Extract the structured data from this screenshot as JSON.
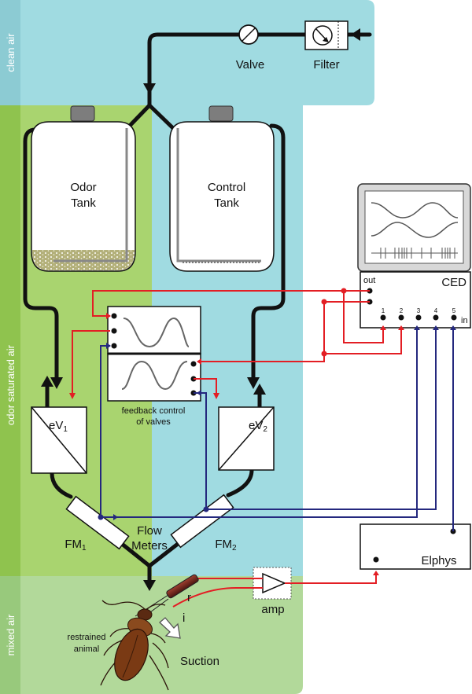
{
  "zones": {
    "clean_air": "clean air",
    "odor_saturated_air": "odor saturated air",
    "mixed_air": "mixed air"
  },
  "components": {
    "valve": "Valve",
    "filter": "Filter",
    "odor_tank": [
      "Odor",
      "Tank"
    ],
    "control_tank": [
      "Control",
      "Tank"
    ],
    "ev1": {
      "main": "eV",
      "sub": "1"
    },
    "ev2": {
      "main": "eV",
      "sub": "2"
    },
    "feedback": [
      "feedback control",
      "of valves"
    ],
    "fm1": {
      "main": "FM",
      "sub": "1"
    },
    "fm2": {
      "main": "FM",
      "sub": "2"
    },
    "flow_meters": [
      "Flow",
      "Meters"
    ],
    "ced": "CED",
    "ced_out": "out",
    "ced_in": "in",
    "ced_ports": [
      "1",
      "2",
      "3",
      "4",
      "5"
    ],
    "elphys": "Elphys",
    "amp": "amp",
    "electrode_r": "r",
    "electrode_i": "i",
    "restrained_animal": [
      "restrained",
      "animal"
    ],
    "suction": "Suction"
  },
  "colors": {
    "clean_zone": "#a0dbe1",
    "odor_zone": "#a9d46f",
    "mixed_zone": "#b2d99a",
    "red_wire": "#e31e24",
    "blue_wire": "#24287e",
    "tube": "#111111"
  }
}
